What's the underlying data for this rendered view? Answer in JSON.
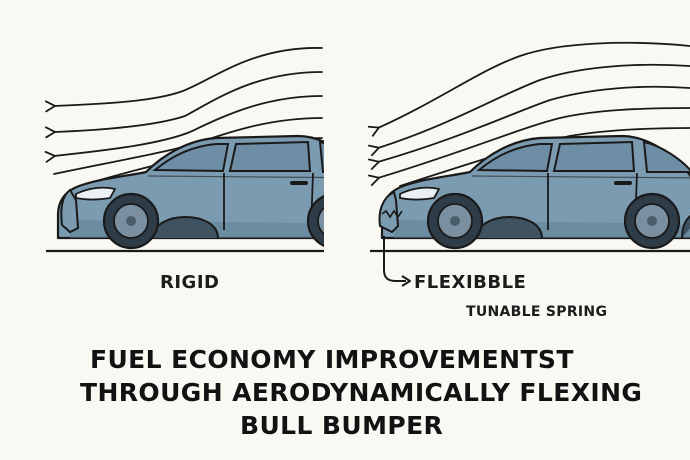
{
  "labels": {
    "rigid": "RIGID",
    "flexible": "FLEXIBBLE",
    "spring": "TUNABLE SPRING"
  },
  "title": {
    "line1": "FUEL ECONOMY IMPROVEMENTST",
    "line2": "THROUGH AERODYNAMICALLY FLEXING",
    "line3": "BULL BUMPER"
  },
  "colors": {
    "background": "#faf8f3",
    "car_body": "#7b9bb0",
    "car_shadow": "#5f8095",
    "window": "#6d8ea4",
    "tire": "#2f3d49",
    "hub": "#7a8f9f",
    "outline": "#1a1a1a"
  }
}
